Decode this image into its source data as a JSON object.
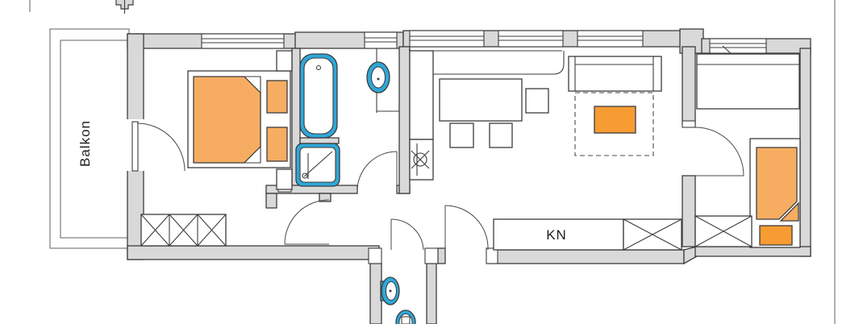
{
  "plan": {
    "title": "apartment-floor-plan",
    "labels": {
      "balcony": "Balkon",
      "kitchen_niche": "KN"
    },
    "colors": {
      "wall": "#d9d9d9",
      "wall_stroke": "#3c3c3c",
      "thin": "#6e6e6e",
      "furniture": "#f6ad62",
      "furniture_accent": "#f79b33",
      "fixture": "#2fa7d9",
      "text": "#1f1f1f"
    },
    "icons": [
      "north-indicator-icon",
      "bathtub-icon",
      "shower-icon",
      "washbasin-icon",
      "toilet-icon",
      "kitchen-sink-icon",
      "wardrobe-x-icon",
      "double-bed-icon",
      "single-bed-icon",
      "sofa-icon",
      "dining-table-icon",
      "door-swing-icon",
      "window-icon"
    ]
  }
}
